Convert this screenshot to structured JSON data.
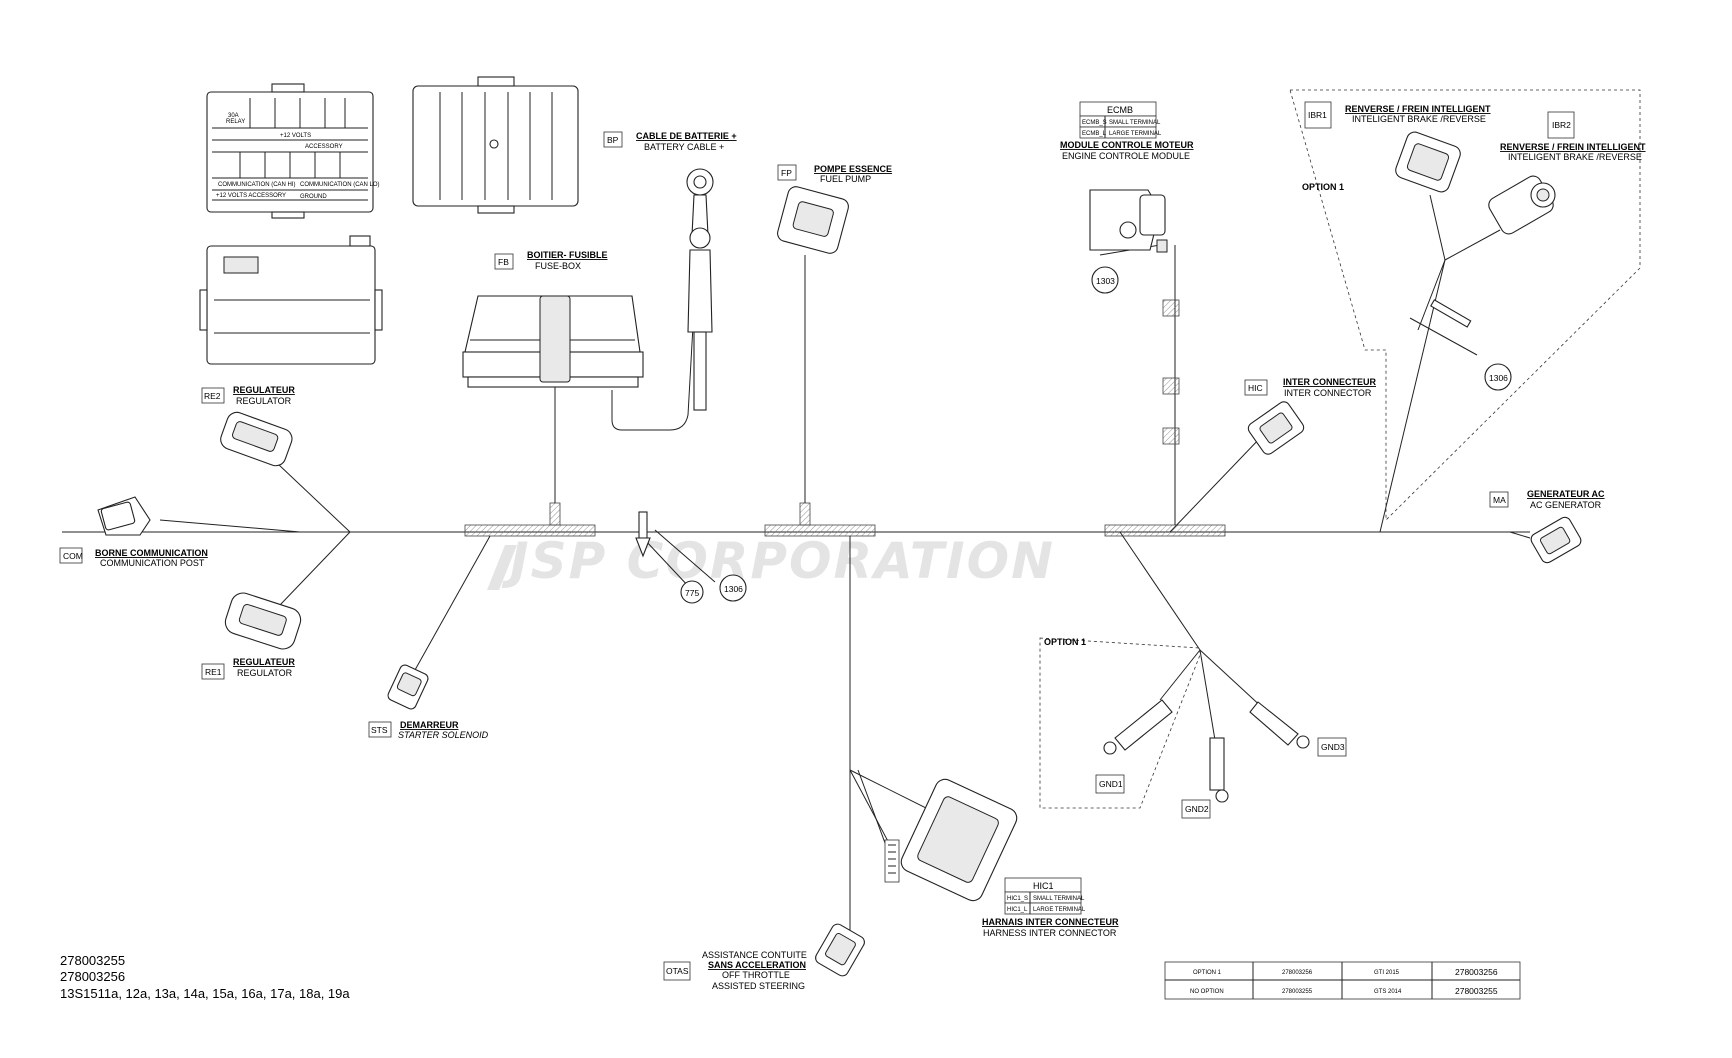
{
  "watermark": "JSP CORPORATION",
  "components": {
    "com": {
      "code": "COM",
      "fr": "BORNE COMMUNICATION",
      "en": "COMMUNICATION POST"
    },
    "re2": {
      "code": "RE2",
      "fr": "REGULATEUR",
      "en": "REGULATOR"
    },
    "re1": {
      "code": "RE1",
      "fr": "REGULATEUR",
      "en": "REGULATOR"
    },
    "sts": {
      "code": "STS",
      "fr": "DEMARREUR",
      "en": "STARTER SOLENOID"
    },
    "bp": {
      "code": "BP",
      "fr": "CABLE DE BATTERIE +",
      "en": "BATTERY CABLE +"
    },
    "fb": {
      "code": "FB",
      "fr": "BOITIER- FUSIBLE",
      "en": "FUSE-BOX"
    },
    "fp": {
      "code": "FP",
      "fr": "POMPE ESSENCE",
      "en": "FUEL PUMP"
    },
    "ecmb": {
      "code": "ECMB",
      "fr": "MODULE CONTROLE MOTEUR",
      "en": "ENGINE CONTROLE MODULE",
      "terminals": [
        {
          "id": "ECMB_S",
          "desc": "SMALL TERMINAL"
        },
        {
          "id": "ECMB_L",
          "desc": "LARGE TERMINAL"
        }
      ]
    },
    "hic": {
      "code": "HIC",
      "fr": "INTER CONNECTEUR",
      "en": "INTER CONNECTOR"
    },
    "ibr1": {
      "code": "IBR1",
      "fr": "RENVERSE / FREIN INTELLIGENT",
      "en": "INTELIGENT BRAKE /REVERSE"
    },
    "ibr2": {
      "code": "IBR2",
      "fr": "RENVERSE / FREIN INTELLIGENT",
      "en": "INTELIGENT BRAKE /REVERSE"
    },
    "ma": {
      "code": "MA",
      "fr": "GENERATEUR AC",
      "en": "AC GENERATOR"
    },
    "hic1": {
      "code": "HIC1",
      "fr": "HARNAIS INTER CONNECTEUR",
      "en": "HARNESS INTER CONNECTOR",
      "terminals": [
        {
          "id": "HIC1_S",
          "desc": "SMALL TERMINAL"
        },
        {
          "id": "HIC1_L",
          "desc": "LARGE TERMINAL"
        }
      ]
    },
    "otas": {
      "code": "OTAS",
      "lines": [
        "ASSISTANCE CONTUITE",
        "SANS ACCELERATION",
        "OFF THROTTLE",
        "ASSISTED STEERING"
      ]
    },
    "gnd1": {
      "code": "GND1"
    },
    "gnd2": {
      "code": "GND2"
    },
    "gnd3": {
      "code": "GND3"
    }
  },
  "option_labels": {
    "upper": "OPTION 1",
    "lower": "OPTION 1"
  },
  "callouts": {
    "c1303": "1303",
    "c1306a": "1306",
    "c1306b": "1306",
    "c775": "775"
  },
  "fuse_labels": {
    "a": "30A",
    "b": "+12 VOLTS",
    "c": "ACCESSORY",
    "d": "COMMUNICATION (CAN HI)",
    "e": "COMMUNICATION (CAN LO)",
    "f": "GROUND",
    "g": "+12 VOLTS ACCESSORY",
    "h": "RELAY"
  },
  "part_refs": {
    "line1": "278003255",
    "line2": "278003256",
    "line3": "13S1511a, 12a, 13a, 14a, 15a, 16a, 17a, 18a, 19a"
  },
  "option_table": {
    "rows": [
      [
        "OPTION 1",
        "278003256",
        "GTI 2015",
        "278003256"
      ],
      [
        "NO OPTION",
        "278003255",
        "GTS 2014",
        "278003255"
      ]
    ]
  }
}
